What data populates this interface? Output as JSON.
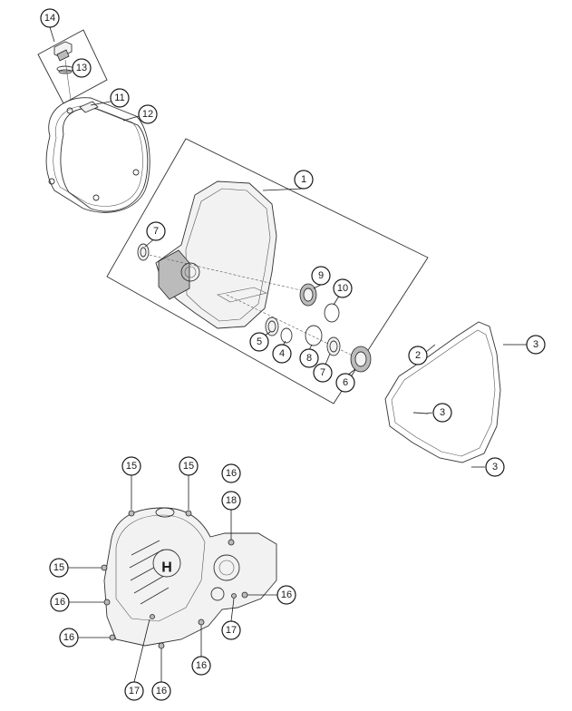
{
  "callouts": [
    {
      "label": "14"
    },
    {
      "label": "13"
    },
    {
      "label": "11"
    },
    {
      "label": "12"
    },
    {
      "label": "1"
    },
    {
      "label": "7"
    },
    {
      "label": "9"
    },
    {
      "label": "10"
    },
    {
      "label": "5"
    },
    {
      "label": "4"
    },
    {
      "label": "8"
    },
    {
      "label": "7"
    },
    {
      "label": "6"
    },
    {
      "label": "2"
    },
    {
      "label": "3"
    },
    {
      "label": "3"
    },
    {
      "label": "3"
    },
    {
      "label": "15"
    },
    {
      "label": "15"
    },
    {
      "label": "16"
    },
    {
      "label": "18"
    },
    {
      "label": "15"
    },
    {
      "label": "16"
    },
    {
      "label": "16"
    },
    {
      "label": "16"
    },
    {
      "label": "17"
    },
    {
      "label": "16"
    },
    {
      "label": "17"
    },
    {
      "label": "16"
    }
  ],
  "icons": {
    "brand_emblem": "husqvarna-crown-emblem"
  }
}
